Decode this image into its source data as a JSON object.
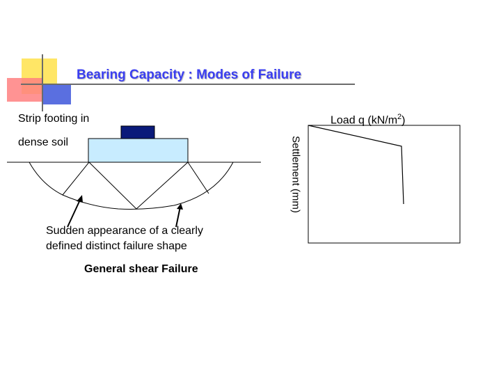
{
  "slide": {
    "title": "Bearing Capacity : Modes of Failure",
    "footing_label_line1": "Strip footing in",
    "footing_label_line2": "dense soil",
    "description_line1": "Sudden appearance of a clearly",
    "description_line2": "defined distinct failure shape",
    "caption": "General shear Failure"
  },
  "plot": {
    "x_label": "Load q (kN/m2)",
    "y_label": "Settlement (mm)"
  },
  "colors": {
    "title": "#3b3ff0",
    "footing": "#c8ecff",
    "load_block": "#0a1a7a"
  }
}
